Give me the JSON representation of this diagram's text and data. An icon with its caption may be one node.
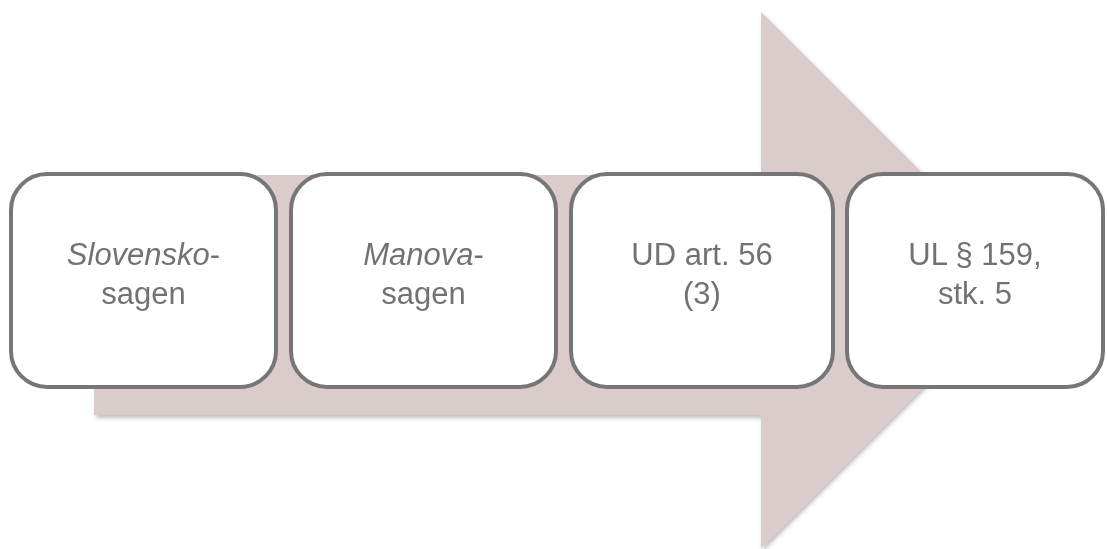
{
  "diagram": {
    "nodes": [
      {
        "text": [
          "*Slovensko*-sagen"
        ]
      },
      {
        "text": [
          "*Manova*-sagen"
        ]
      },
      {
        "text": [
          "UD art. 56 (3)"
        ]
      },
      {
        "text": [
          "UL § 159, stk. 5"
        ]
      }
    ],
    "edges": [
      {
        "from": 0,
        "to": 3,
        "arrow": "to"
      }
    ]
  }
}
